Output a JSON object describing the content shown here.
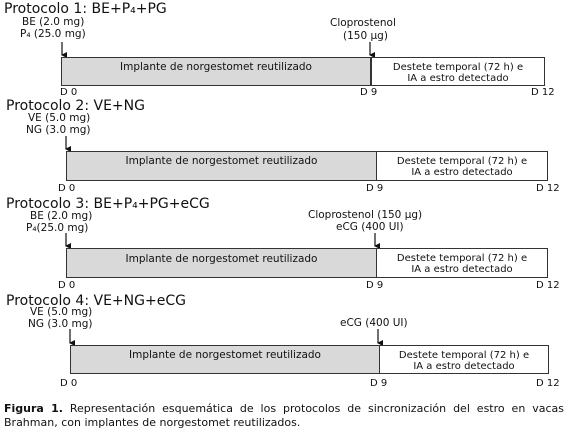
{
  "days": {
    "start": "D 0",
    "mid": "D 9",
    "end": "D 12"
  },
  "implant_label": "Implante de norgestomet reutilizado",
  "weaning_line1": "Destete temporal (72 h) e",
  "weaning_line2": "IA a estro detectado",
  "p1": {
    "title": "Protocolo 1: BE+P₄+PG",
    "drug1": "BE (2.0 mg)",
    "drug2": "P₄ (25.0 mg)",
    "day9_line1": "Cloprostenol",
    "day9_line2": "(150 µg)"
  },
  "p2": {
    "title": "Protocolo 2: VE+NG",
    "drug1": "VE (5.0 mg)",
    "drug2": "NG (3.0 mg)"
  },
  "p3": {
    "title": "Protocolo 3: BE+P₄+PG+eCG",
    "drug1": "BE (2.0 mg)",
    "drug2": "P₄(25.0 mg)",
    "day9_line1": "Cloprostenol (150 µg)",
    "day9_line2": "eCG (400 UI)"
  },
  "p4": {
    "title": "Protocolo 4: VE+NG+eCG",
    "drug1": "VE (5.0 mg)",
    "drug2": "NG (3.0 mg)",
    "day9_line1": "eCG (400 UI)"
  },
  "caption": {
    "label": "Figura 1.",
    "text": "Representación esquemática de los protocolos de sincronización del estro en vacas Brahman, con implantes de norgestomet reutilizados."
  }
}
